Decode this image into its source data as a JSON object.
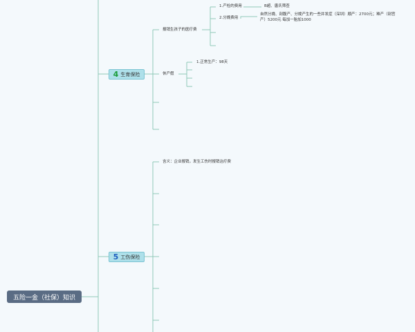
{
  "root": {
    "label": "五险一金（社保）知识"
  },
  "topics": {
    "maternity": {
      "number": "4",
      "label": "生育保险",
      "number_color": "#1a9c3a",
      "medical_label": "报销生孩子的医疗费",
      "prenatal_label": "1.产检的费用",
      "prenatal_detail": "B超、唐氏筛查",
      "delivery_label": "2.分娩费用",
      "delivery_detail_line1": "自然分娩、剖腹产、分娩产生的一些并发症（深圳）顺产：2700元；难产（剖宫",
      "delivery_detail_line2": "产）5200元 每加一胎加1000",
      "leave_label": "休产假",
      "leave_normal": "1.正常生产：98天"
    },
    "injury": {
      "number": "5",
      "label": "工伤保险",
      "number_color": "#1f5fbf",
      "meaning": "含义：企业报销，发生工伤时报销治疗费"
    }
  },
  "colors": {
    "branch": "#8fc9b8",
    "root_bg": "#5a6c84",
    "topic_bg": "#aee0ea"
  }
}
